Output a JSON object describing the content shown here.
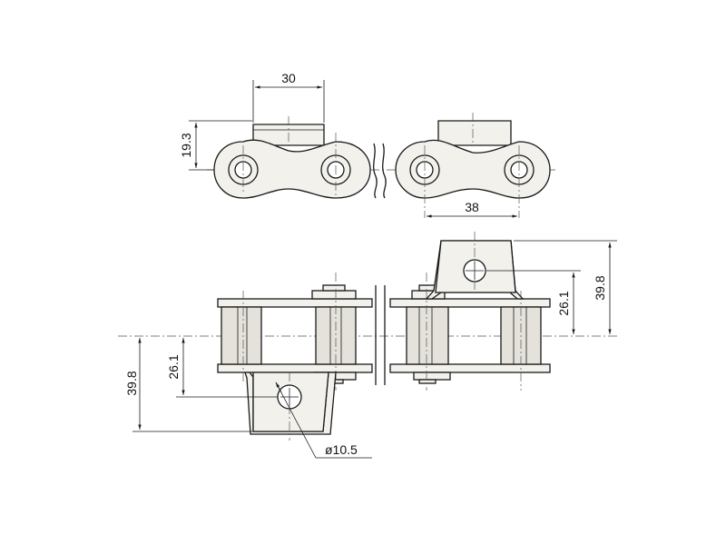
{
  "dimensions": {
    "top_width": "30",
    "top_height": "19.3",
    "top_pitch": "38",
    "right_height_outer": "39.8",
    "right_height_inner": "26.1",
    "left_height_outer": "39.8",
    "left_height_inner": "26.1",
    "hole_diameter": "ø10.5"
  }
}
